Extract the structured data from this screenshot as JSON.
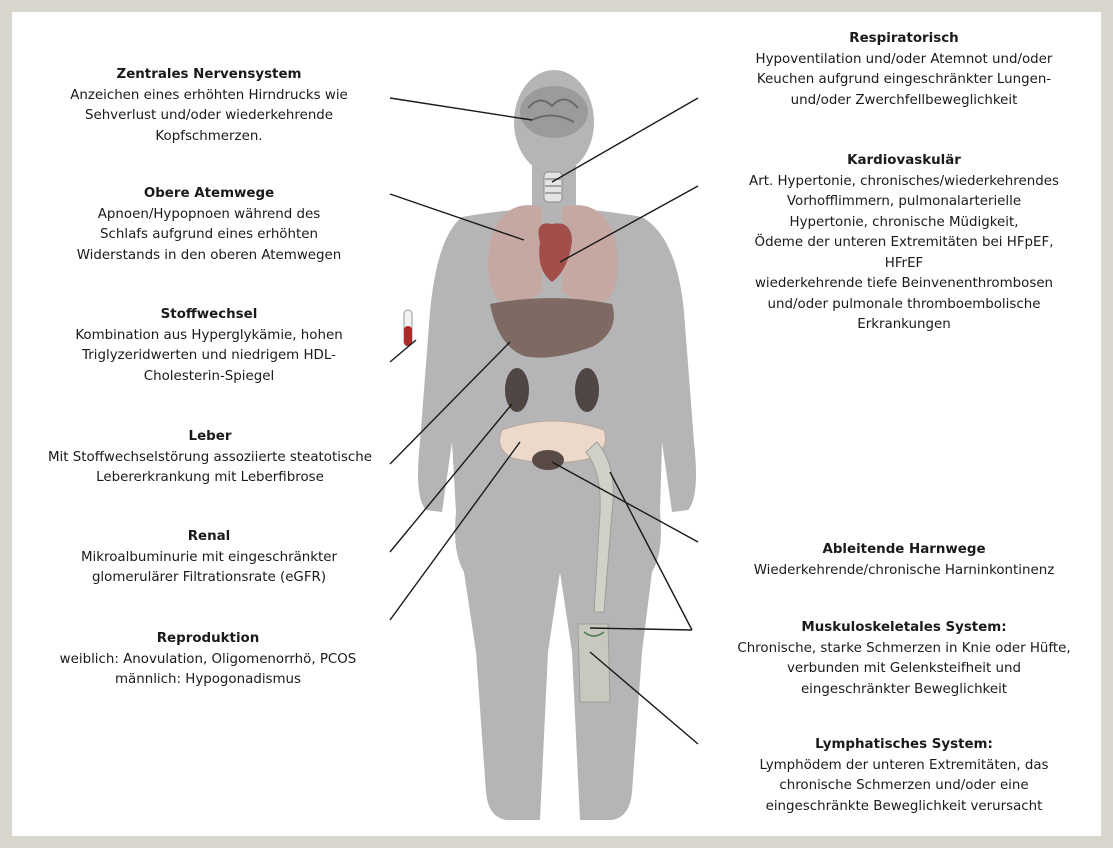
{
  "labels": {
    "zns": {
      "title": "Zentrales Nervensystem",
      "lines": [
        "Anzeichen eines erhöhten Hirndrucks wie",
        "Sehverlust und/oder wiederkehrende",
        "Kopfschmerzen."
      ]
    },
    "obere_atemwege": {
      "title": "Obere Atemwege",
      "lines": [
        "Apnoen/Hypopnoen während des",
        "Schlafs aufgrund eines erhöhten",
        "Widerstands in den oberen Atemwegen"
      ]
    },
    "stoffwechsel": {
      "title": "Stoffwechsel",
      "lines": [
        "Kombination aus Hyperglykämie, hohen",
        "Triglyzeridwerten und niedrigem HDL-",
        "Cholesterin-Spiegel"
      ]
    },
    "leber": {
      "title": "Leber",
      "lines": [
        "Mit Stoffwechselstörung assoziierte steatotische",
        "Lebererkrankung mit Leberfibrose"
      ]
    },
    "renal": {
      "title": "Renal",
      "lines": [
        "Mikroalbuminurie mit eingeschränkter",
        "glomerulärer Filtrationsrate (eGFR)"
      ]
    },
    "reproduktion": {
      "title": "Reproduktion",
      "lines": [
        "weiblich:  Anovulation, Oligomenorrhö, PCOS",
        "männlich: Hypogonadismus"
      ]
    },
    "respiratorisch": {
      "title": "Respiratorisch",
      "lines": [
        "Hypoventilation und/oder Atemnot und/oder",
        "Keuchen aufgrund eingeschränkter Lungen-",
        "und/oder Zwerchfellbeweglichkeit"
      ]
    },
    "kardiovaskulaer": {
      "title": "Kardiovaskulär",
      "lines": [
        "Art. Hypertonie, chronisches/wiederkehrendes",
        "Vorhofflimmern, pulmonalarterielle",
        "Hypertonie, chronische Müdigkeit,",
        "Ödeme der unteren Extremitäten bei HFpEF,",
        "HFrEF",
        "wiederkehrende tiefe Beinvenenthrombosen",
        "und/oder pulmonale thromboembolische",
        "Erkrankungen"
      ]
    },
    "harnwege": {
      "title": "Ableitende Harnwege",
      "lines": [
        "Wiederkehrende/chronische Harninkontinenz"
      ]
    },
    "muskuloskeletal": {
      "title": "Muskuloskeletales System:",
      "lines": [
        "Chronische, starke Schmerzen in Knie oder Hüfte,",
        "verbunden mit Gelenksteifheit und",
        "eingeschränkter Beweglichkeit"
      ]
    },
    "lymphatisch": {
      "title": "Lymphatisches System:",
      "lines": [
        "Lymphödem der unteren Extremitäten, das",
        "chronische Schmerzen und/oder eine",
        "eingeschränkte Beweglichkeit verursacht"
      ]
    }
  }
}
